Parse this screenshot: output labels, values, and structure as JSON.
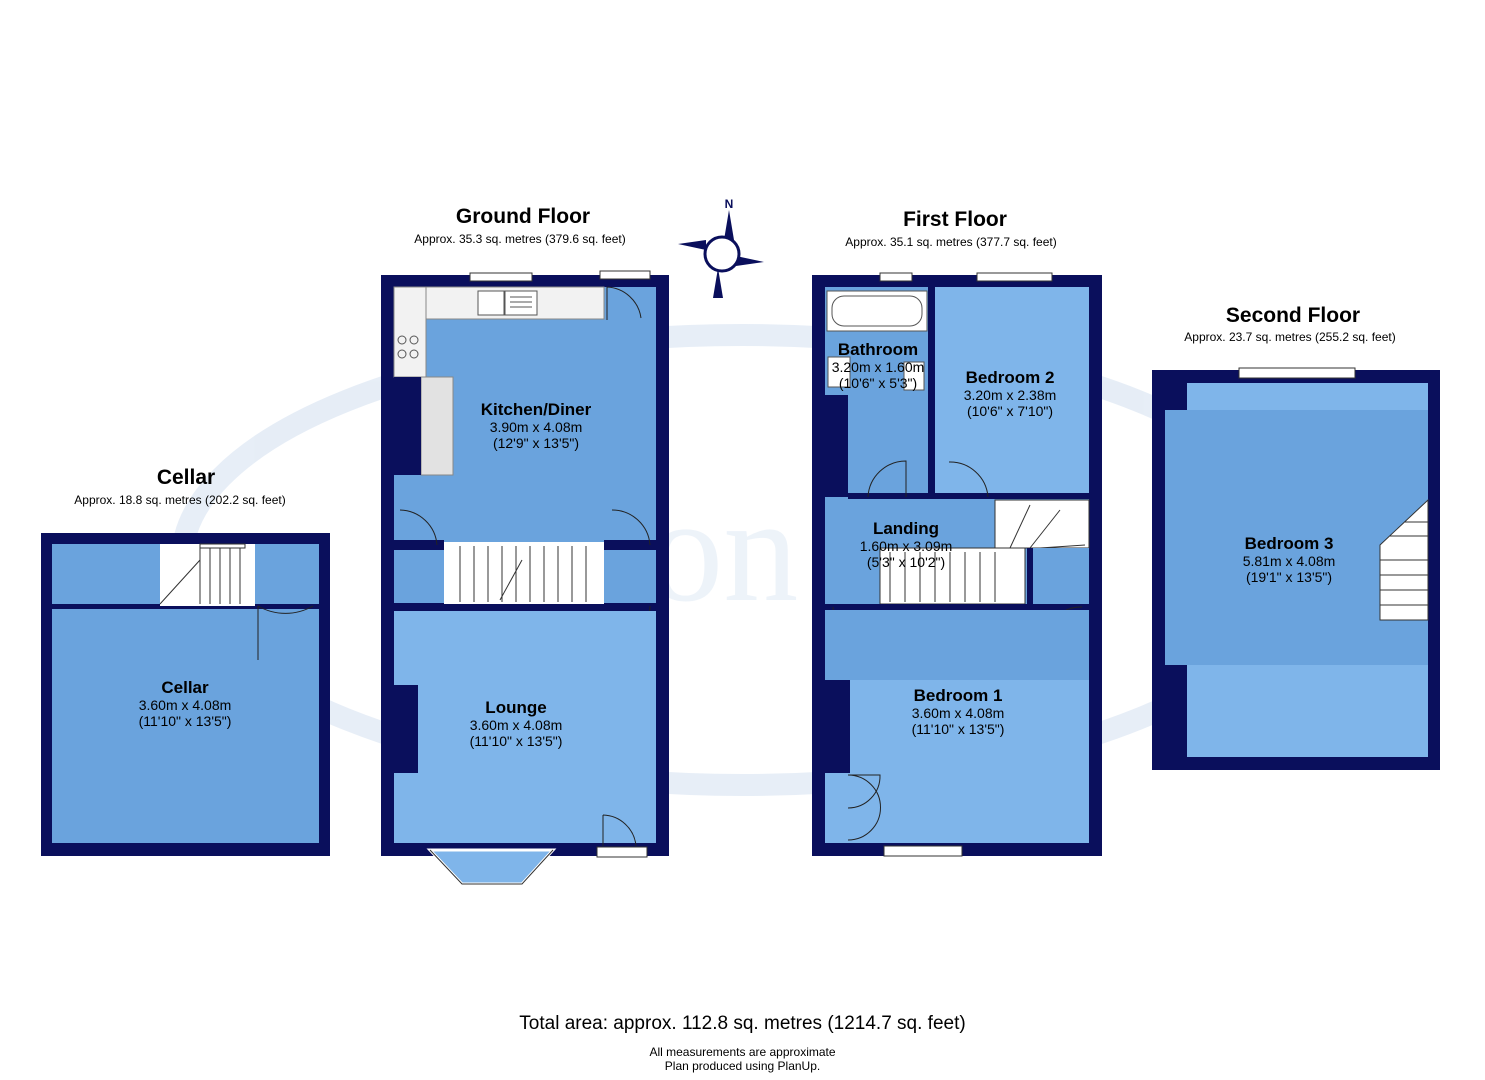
{
  "watermark": "Saxton Mee",
  "compass": {
    "label": "N"
  },
  "floors": {
    "cellar": {
      "title": "Cellar",
      "area": "Approx. 18.8 sq. metres (202.2 sq. feet)"
    },
    "ground": {
      "title": "Ground Floor",
      "area": "Approx. 35.3 sq. metres (379.6 sq. feet)"
    },
    "first": {
      "title": "First Floor",
      "area": "Approx. 35.1 sq. metres (377.7 sq. feet)"
    },
    "second": {
      "title": "Second Floor",
      "area": "Approx. 23.7 sq. metres (255.2 sq. feet)"
    }
  },
  "rooms": {
    "cellar": {
      "name": "Cellar",
      "metric": "3.60m x 4.08m",
      "imperial": "(11'10\" x 13'5\")"
    },
    "kitchen": {
      "name": "Kitchen/Diner",
      "metric": "3.90m x 4.08m",
      "imperial": "(12'9\" x 13'5\")"
    },
    "lounge": {
      "name": "Lounge",
      "metric": "3.60m x 4.08m",
      "imperial": "(11'10\" x 13'5\")"
    },
    "bathroom": {
      "name": "Bathroom",
      "metric": "3.20m x 1.60m",
      "imperial": "(10'6\" x 5'3\")"
    },
    "bedroom2": {
      "name": "Bedroom 2",
      "metric": "3.20m x 2.38m",
      "imperial": "(10'6\" x 7'10\")"
    },
    "landing": {
      "name": "Landing",
      "metric": "1.60m x 3.09m",
      "imperial": "(5'3\" x 10'2\")"
    },
    "bedroom1": {
      "name": "Bedroom 1",
      "metric": "3.60m x 4.08m",
      "imperial": "(11'10\" x 13'5\")"
    },
    "bedroom3": {
      "name": "Bedroom 3",
      "metric": "5.81m x 4.08m",
      "imperial": "(19'1\" x 13'5\")"
    }
  },
  "footer": {
    "total": "Total area: approx. 112.8 sq. metres (1214.7 sq. feet)",
    "note1": "All measurements are approximate",
    "note2": "Plan produced using PlanUp."
  },
  "colors": {
    "wall": "#0a0f5c",
    "room_light": "#7fb5ea",
    "room_mid": "#6aa3dd",
    "watermark": "#dfe8f3"
  }
}
